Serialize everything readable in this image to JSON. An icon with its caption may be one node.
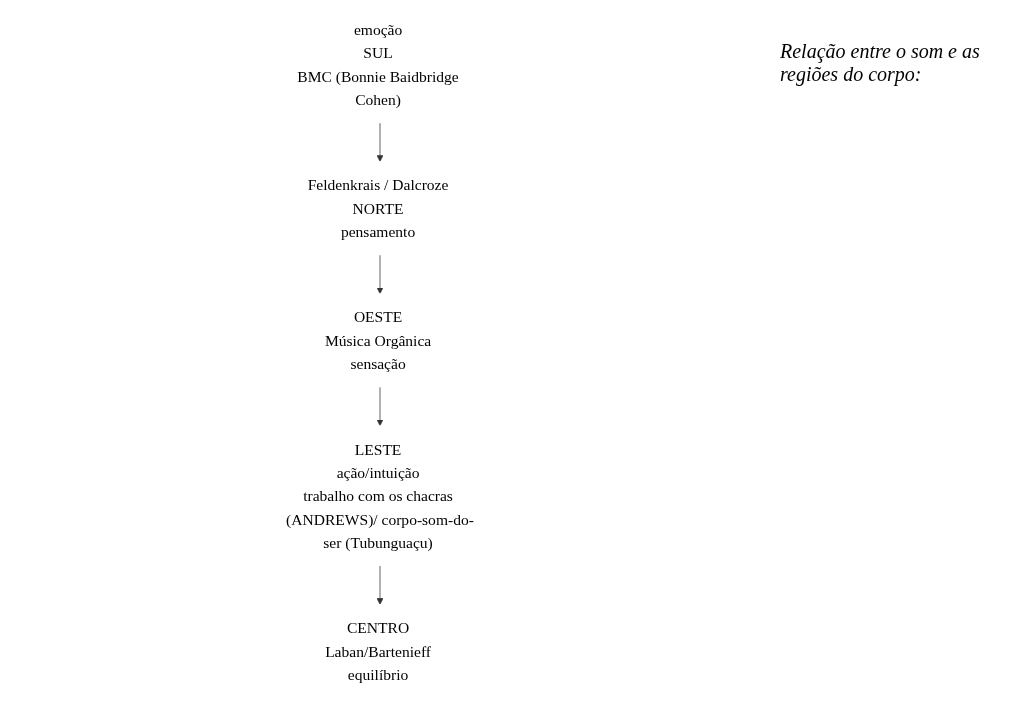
{
  "diagram": {
    "nodes": [
      {
        "text": [
          "Feldenkrais / Dalcroze",
          "NORTE",
          "pensamento"
        ]
      },
      {
        "text": [
          "OESTE",
          "Música Orgânica",
          "sensação"
        ]
      },
      {
        "text": [
          "CENTRO",
          "Laban/Bartenieff",
          "equilíbrio"
        ]
      },
      {
        "text": [
          "LESTE",
          "ação/intuição",
          "trabalho com os chacras (ANDREWS)/ corpo-som-do-ser (Tubunguaçu)"
        ]
      },
      {
        "text": [
          "emoção",
          "SUL",
          "BMC (Bonnie Baidbridge Cohen)"
        ]
      }
    ],
    "edges": [
      {
        "from": 0,
        "to": 1,
        "arrow": "to"
      },
      {
        "from": 1,
        "to": 3,
        "arrow": "to"
      },
      {
        "from": 3,
        "to": 2,
        "arrow": "to"
      },
      {
        "from": 4,
        "to": 0,
        "arrow": "to"
      }
    ],
    "labels": [
      "Relação entre o som e as regiões do corpo:"
    ]
  }
}
